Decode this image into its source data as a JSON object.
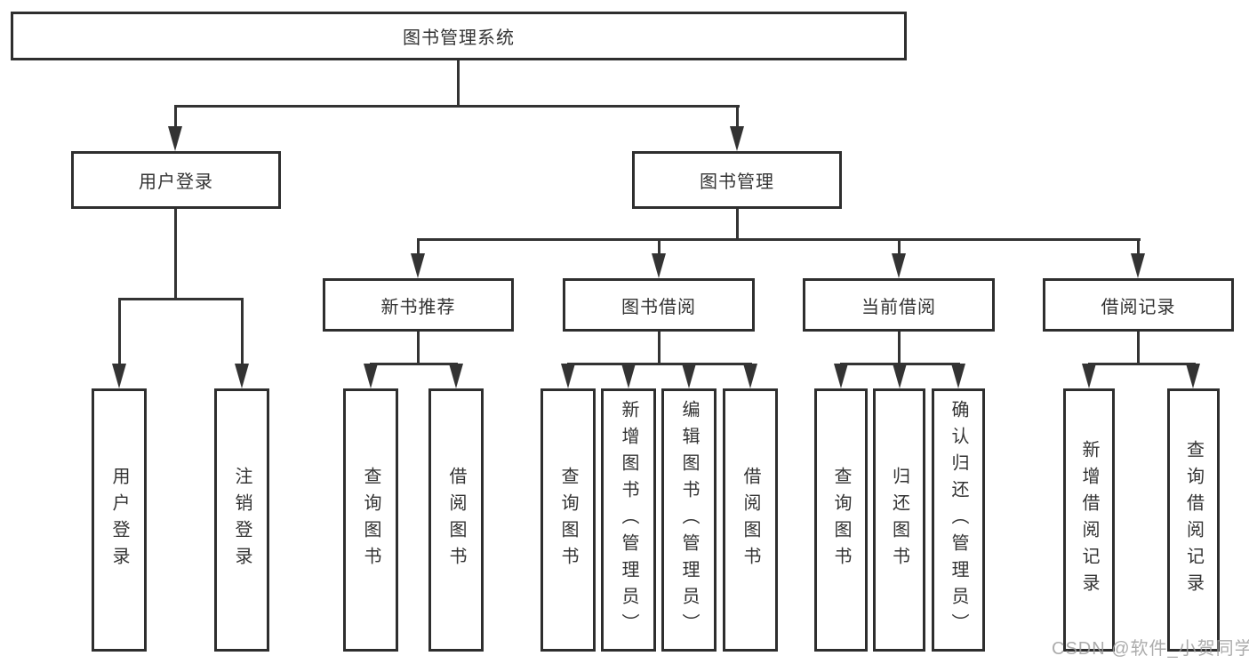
{
  "nodes": {
    "root": {
      "label": "图书管理系统"
    },
    "user_login": {
      "label": "用户登录"
    },
    "book_management": {
      "label": "图书管理"
    },
    "new_book_recommend": {
      "label": "新书推荐"
    },
    "book_borrow": {
      "label": "图书借阅"
    },
    "current_borrow": {
      "label": "当前借阅"
    },
    "borrow_records": {
      "label": "借阅记录"
    }
  },
  "leaves": {
    "user_login_group": [
      "用户登录",
      "注销登录"
    ],
    "new_book_group": [
      "查询图书",
      "借阅图书"
    ],
    "book_borrow_group": [
      "查询图书",
      "新增图书（管理员）",
      "编辑图书（管理员）",
      "借阅图书"
    ],
    "current_borrow_group": [
      "查询图书",
      "归还图书",
      "确认归还（管理员）"
    ],
    "borrow_records_group": [
      "新增借阅记录",
      "查询借阅记录"
    ]
  },
  "watermark": "CSDN @软件_小贺同学",
  "colors": {
    "line": "#333333",
    "border": "#2e2e2e",
    "text": "#333333",
    "watermark": "#9e9e9e",
    "background": "#ffffff"
  }
}
